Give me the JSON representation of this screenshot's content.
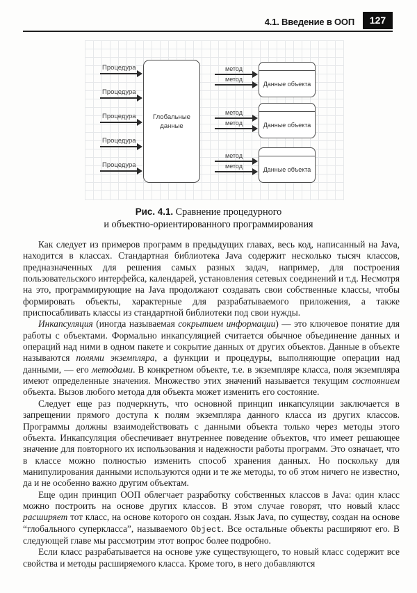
{
  "header": {
    "section_title": "4.1. Введение в ООП",
    "page_number": "127"
  },
  "figure": {
    "diagram": {
      "procedure_labels": [
        "Процедура",
        "Процедура",
        "Процедура",
        "Процедура",
        "Процедура"
      ],
      "global_box": {
        "line1": "Глобальные",
        "line2": "данные"
      },
      "method_label": "метод",
      "object_boxes": [
        {
          "label": "Данные объекта"
        },
        {
          "label": "Данные объекта"
        },
        {
          "label": "Данные объекта"
        }
      ]
    },
    "caption": {
      "label": "Рис. 4.1.",
      "line1": " Сравнение процедурного",
      "line2": "и объектно-ориентированного программирования"
    }
  },
  "body": {
    "paragraphs": [
      {
        "segments": [
          {
            "style": "normal",
            "text": "Как следует из примеров программ в предыдущих главах, весь код, написанный на Java, находится в классах. Стандартная библиотека Java содержит несколько тысяч классов, предназначенных для решения самых разных задач, например, для построения пользовательского интерфейса, календарей, установления сетевых соединений и т.д. Несмотря на это, программирующие на Java продолжают создавать свои собственные классы, чтобы формировать объекты, характерные для разрабатываемого приложения, а также приспосабливать классы из стандартной библиотеки под свои нужды."
          }
        ]
      },
      {
        "segments": [
          {
            "style": "italic",
            "text": "Инкапсуляция"
          },
          {
            "style": "normal",
            "text": " (иногда называемая "
          },
          {
            "style": "italic",
            "text": "сокрытием информации"
          },
          {
            "style": "normal",
            "text": ") — это ключевое понятие для работы с объектами. Формально инкапсуляцией считается обычное объединение данных и операций над ними в одном пакете и сокрытие данных от других объектов. Данные в объекте называются "
          },
          {
            "style": "italic",
            "text": "полями экземпляра"
          },
          {
            "style": "normal",
            "text": ", а функции и процедуры, выполняющие операции над данными, — его "
          },
          {
            "style": "italic",
            "text": "методами"
          },
          {
            "style": "normal",
            "text": ". В конкретном объекте, т.е. в экземпляре класса, поля экземпляра имеют определенные значения. Множество этих значений называется текущим "
          },
          {
            "style": "italic",
            "text": "состоянием"
          },
          {
            "style": "normal",
            "text": " объекта. Вызов любого метода для объекта может изменить его состояние."
          }
        ]
      },
      {
        "segments": [
          {
            "style": "normal",
            "text": "Следует еще раз подчеркнуть, что основной принцип инкапсуляции заключается в запрещении прямого доступа к полям экземпляра данного класса из других классов. Программы должны взаимодействовать с данными объекта только через методы этого объекта. Инкапсуляция обеспечивает внутреннее поведение объектов, что имеет решающее значение для повторного их использования и надежности работы программ. Это означает, что в классе можно полностью изменить способ хранения данных. Но поскольку для манипулирования данными используются одни и те же методы, то об этом ничего не известно, да и не особенно важно другим объектам."
          }
        ]
      },
      {
        "segments": [
          {
            "style": "normal",
            "text": "Еще один принцип ООП облегчает разработку собственных классов в Java: один класс можно построить на основе других классов. В этом случае говорят, что новый класс "
          },
          {
            "style": "italic",
            "text": "расширяет"
          },
          {
            "style": "normal",
            "text": " тот класс, на основе которого он создан. Язык Java, по существу, создан на основе “глобального суперкласса”, называемого "
          },
          {
            "style": "mono",
            "text": "Object"
          },
          {
            "style": "normal",
            "text": ". Все остальные объекты расширяют его. В следующей главе мы рассмотрим этот вопрос более подробно."
          }
        ]
      },
      {
        "segments": [
          {
            "style": "normal",
            "text": "Если класс разрабатывается на основе уже существующего, то новый класс содержит все свойства и методы расширяемого класса. Кроме того, в него добавляются"
          }
        ]
      }
    ]
  }
}
